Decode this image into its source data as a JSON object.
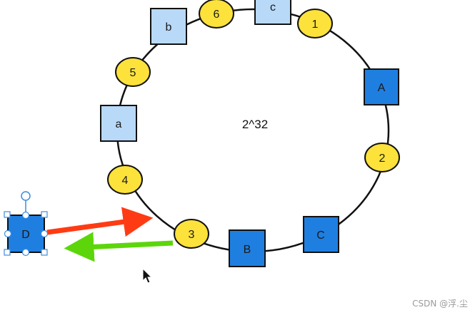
{
  "center_label": "2^32",
  "watermark": "CSDN @浮.尘",
  "colors": {
    "ring": "#111111",
    "hash_node_fill": "#fce23a",
    "light_node_fill": "#b8d9f7",
    "dark_node_fill": "#1f7fe0",
    "selected_node_fill": "#1f7fe0",
    "selection_handle": "#3d8ce0",
    "red_arrow": "#ff3b14",
    "green_arrow": "#5cd60a"
  },
  "hash_nodes": [
    "1",
    "2",
    "3",
    "4",
    "5",
    "6"
  ],
  "server_nodes": [
    "A",
    "B",
    "C"
  ],
  "virtual_nodes": [
    "a",
    "b",
    "c"
  ],
  "selected_node": "D",
  "icons": {
    "cursor": "mouse-pointer-icon"
  }
}
